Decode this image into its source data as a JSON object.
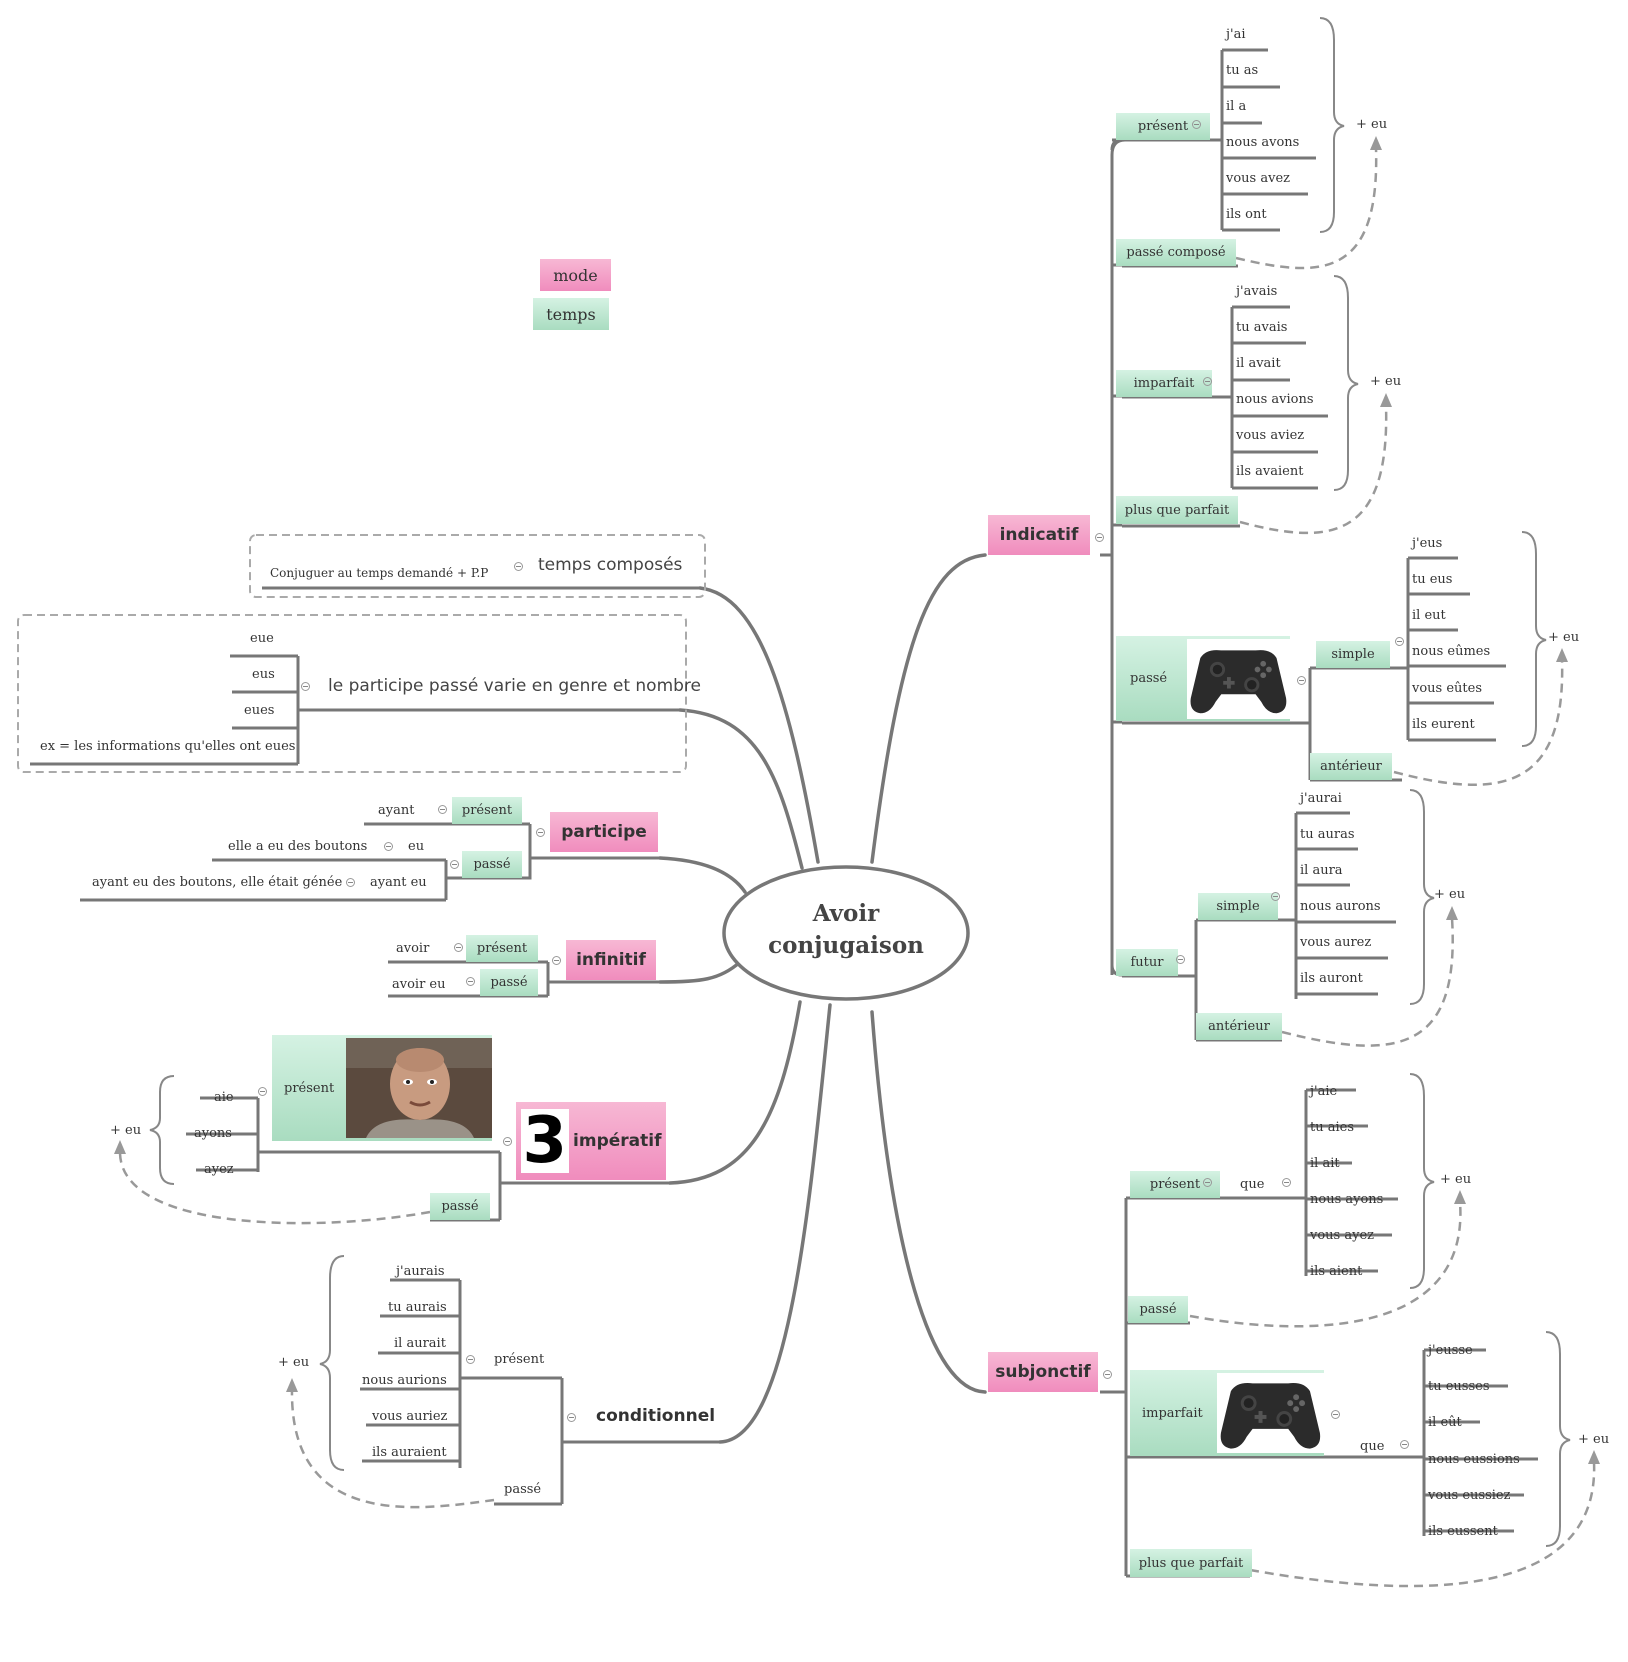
{
  "center": {
    "line1": "Avoir",
    "line2": "conjugaison"
  },
  "legend": {
    "mode": "mode",
    "temps": "temps"
  },
  "plus_eu": "+ eu",
  "que": "que",
  "indicatif": {
    "label": "indicatif",
    "present": {
      "label": "présent",
      "forms": [
        "j'ai",
        "tu as",
        "il a",
        "nous avons",
        "vous avez",
        "ils ont"
      ]
    },
    "passe_compose": "passé composé",
    "imparfait": {
      "label": "imparfait",
      "forms": [
        "j'avais",
        "tu avais",
        "il avait",
        "nous avions",
        "vous aviez",
        "ils avaient"
      ]
    },
    "plus_que_parfait": "plus que parfait",
    "passe": {
      "label": "passé",
      "icon": "gamepad-icon",
      "simple": {
        "label": "simple",
        "forms": [
          "j'eus",
          "tu eus",
          "il eut",
          "nous eûmes",
          "vous eûtes",
          "ils eurent"
        ]
      },
      "anterieur": "antérieur"
    },
    "futur": {
      "label": "futur",
      "simple": {
        "label": "simple",
        "forms": [
          "j'aurai",
          "tu auras",
          "il aura",
          "nous aurons",
          "vous aurez",
          "ils auront"
        ]
      },
      "anterieur": "antérieur"
    }
  },
  "subjonctif": {
    "label": "subjonctif",
    "present": {
      "label": "présent",
      "forms": [
        "j'aie",
        "tu aies",
        "il ait",
        "nous ayons",
        "vous ayez",
        "ils aient"
      ]
    },
    "passe": "passé",
    "imparfait": {
      "label": "imparfait",
      "icon": "gamepad-icon",
      "forms": [
        "j'eusse",
        "tu eusses",
        "il eût",
        "nous eussions",
        "vous eussiez",
        "ils eussent"
      ]
    },
    "plus_que_parfait": "plus que parfait"
  },
  "temps_composes": {
    "label": "temps composés",
    "rule": "Conjuguer au temps demandé + P.P"
  },
  "participe_passe": {
    "label": "le participe passé varie en genre et nombre",
    "items": [
      "eue",
      "eus",
      "eues",
      "ex = les informations qu'elles ont eues"
    ]
  },
  "participe": {
    "label": "participe",
    "present": {
      "label": "présent",
      "form": "ayant"
    },
    "passe": {
      "label": "passé",
      "forms": [
        "eu",
        "ayant eu"
      ],
      "examples": [
        "elle a eu des boutons",
        "ayant eu des boutons, elle était génée"
      ]
    }
  },
  "infinitif": {
    "label": "infinitif",
    "present": {
      "label": "présent",
      "form": "avoir"
    },
    "passe": {
      "label": "passé",
      "form": "avoir eu"
    }
  },
  "imperatif": {
    "label": "impératif",
    "badge": "3",
    "present": {
      "label": "présent",
      "forms": [
        "aie",
        "ayons",
        "ayez"
      ],
      "icon": "portrait-photo"
    },
    "passe": "passé"
  },
  "conditionnel": {
    "label": "conditionnel",
    "present": {
      "label": "présent",
      "forms": [
        "j'aurais",
        "tu aurais",
        "il aurait",
        "nous aurions",
        "vous auriez",
        "ils auraient"
      ]
    },
    "passe": "passé"
  }
}
